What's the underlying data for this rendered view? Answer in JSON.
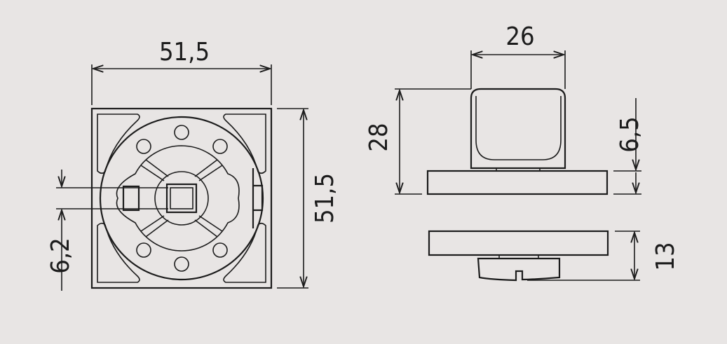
{
  "drawing": {
    "front_view": {
      "width_label": "51,5",
      "height_label": "51,5",
      "spindle_label": "6,2"
    },
    "side_view": {
      "knob_width_label": "26",
      "total_height_label": "28",
      "plate_thickness_label": "6,5"
    },
    "bottom_view": {
      "height_label": "13"
    },
    "line_color": "#1c1c1c",
    "background_color": "#e8e5e4"
  }
}
